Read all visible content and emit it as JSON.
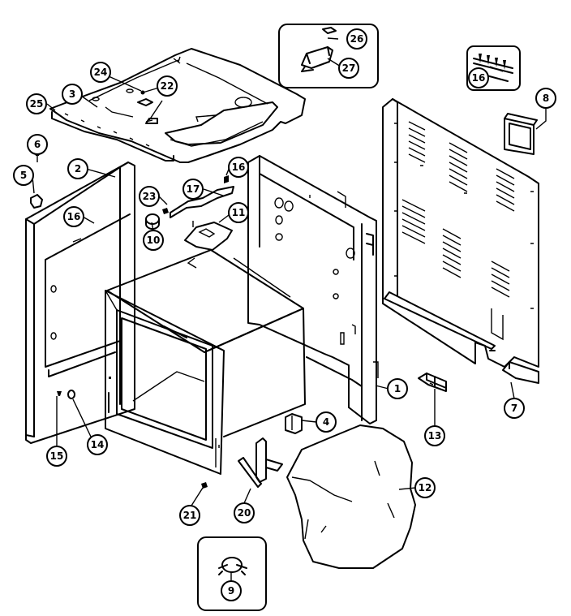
{
  "callouts": [
    {
      "id": "c1",
      "text": "1"
    },
    {
      "id": "c2",
      "text": "2"
    },
    {
      "id": "c3",
      "text": "3"
    },
    {
      "id": "c4",
      "text": "4"
    },
    {
      "id": "c5",
      "text": "5"
    },
    {
      "id": "c6",
      "text": "6"
    },
    {
      "id": "c7",
      "text": "7"
    },
    {
      "id": "c8",
      "text": "8"
    },
    {
      "id": "c9",
      "text": "9"
    },
    {
      "id": "c10",
      "text": "10"
    },
    {
      "id": "c11",
      "text": "11"
    },
    {
      "id": "c12",
      "text": "12"
    },
    {
      "id": "c13",
      "text": "13"
    },
    {
      "id": "c14",
      "text": "14"
    },
    {
      "id": "c15",
      "text": "15"
    },
    {
      "id": "c16a",
      "text": "16"
    },
    {
      "id": "c16b",
      "text": "16"
    },
    {
      "id": "c16c",
      "text": "16"
    },
    {
      "id": "c17",
      "text": "17"
    },
    {
      "id": "c20",
      "text": "20"
    },
    {
      "id": "c21",
      "text": "21"
    },
    {
      "id": "c22",
      "text": "22"
    },
    {
      "id": "c23",
      "text": "23"
    },
    {
      "id": "c24",
      "text": "24"
    },
    {
      "id": "c25",
      "text": "25"
    },
    {
      "id": "c26",
      "text": "26"
    },
    {
      "id": "c27",
      "text": "27"
    }
  ]
}
